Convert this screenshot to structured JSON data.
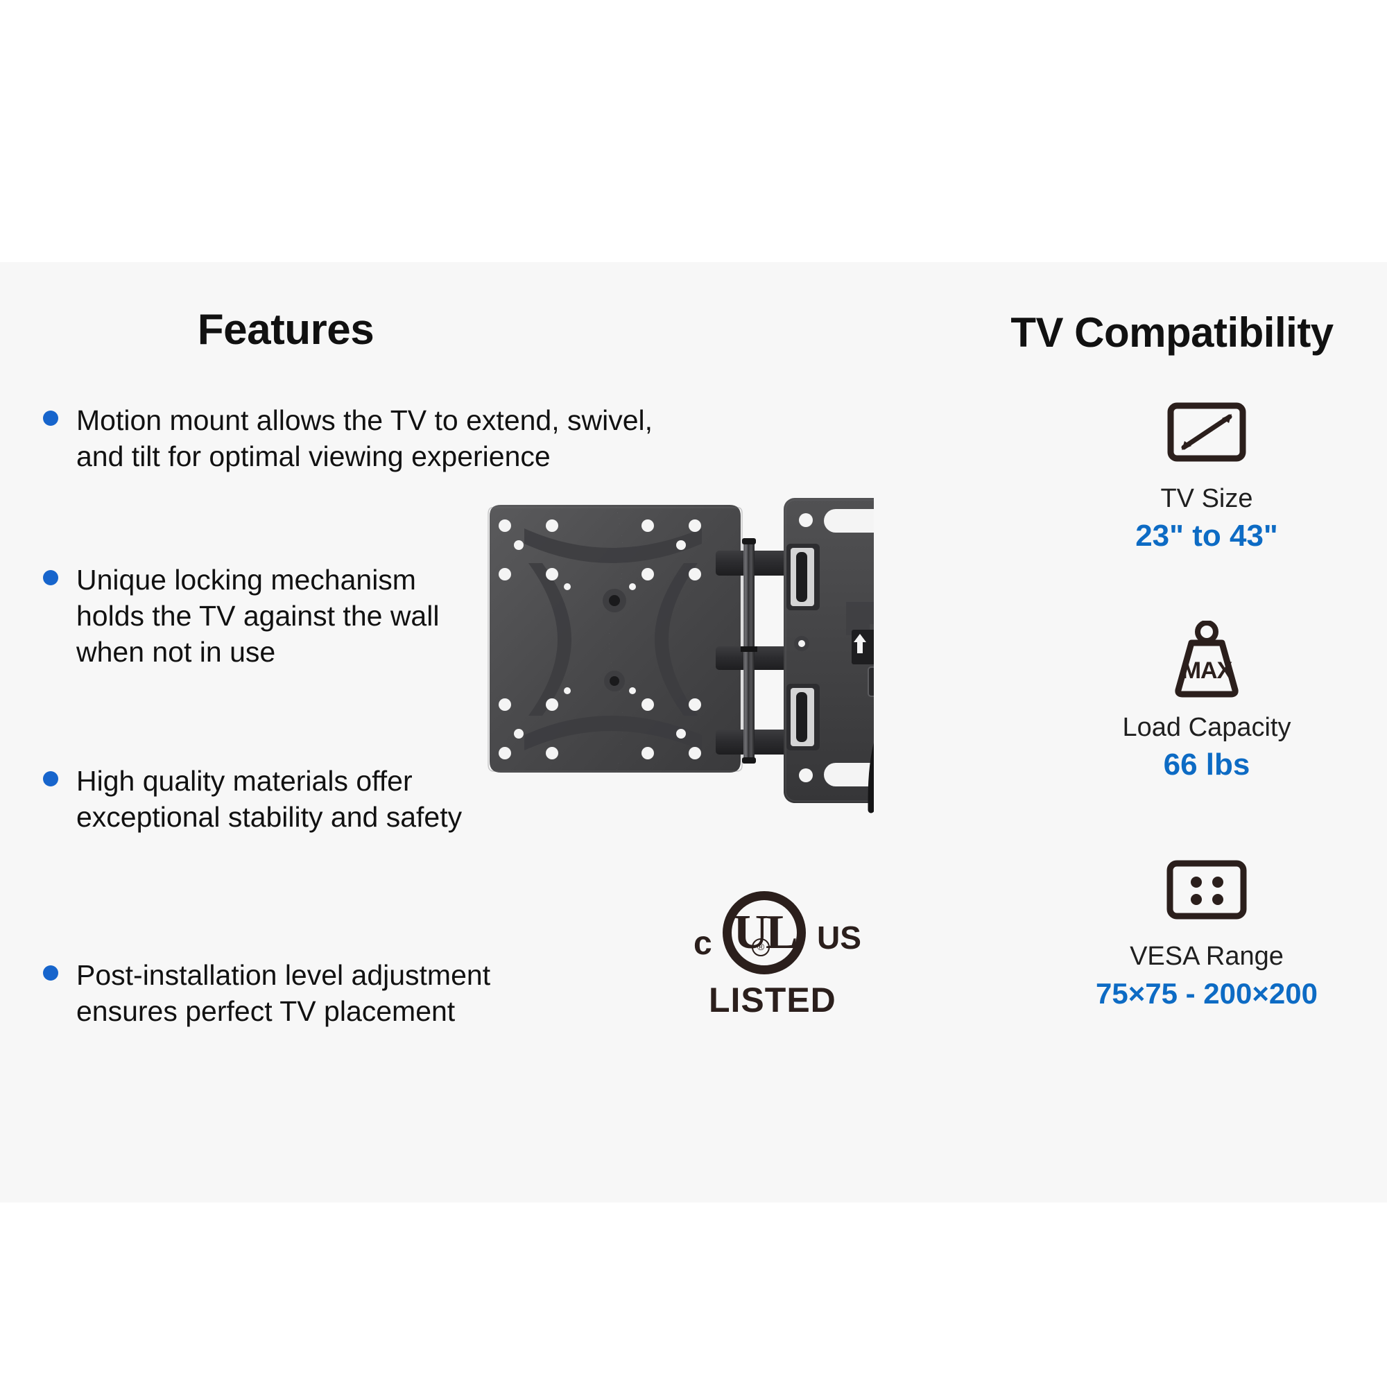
{
  "panel": {
    "background_color": "#f7f7f7",
    "page_background_color": "#ffffff"
  },
  "colors": {
    "bullet_blue": "#1765cc",
    "value_blue": "#0d6bc4",
    "icon_dark": "#2b1f1c",
    "text_dark": "#111111"
  },
  "features": {
    "heading": "Features",
    "bullets": [
      "Motion mount allows the TV to extend, swivel, and tilt for optimal viewing experience",
      "Unique locking mechanism holds the TV against the wall when not in use",
      "High quality materials offer exceptional stability and safety",
      "Post-installation level adjustment ensures perfect TV placement"
    ]
  },
  "compatibility": {
    "heading": "TV Compatibility",
    "specs": [
      {
        "icon": "tv-size-icon",
        "label": "TV Size",
        "value": "23\" to 43\""
      },
      {
        "icon": "max-weight-icon",
        "label": "Load Capacity",
        "value": "66 lbs"
      },
      {
        "icon": "vesa-pattern-icon",
        "label": "VESA Range",
        "value": "75×75 - 200×200"
      }
    ]
  },
  "certification": {
    "mark": "cULus",
    "left_letter": "c",
    "circle_text": "UL",
    "registered_symbol": "®",
    "right_letters": "US",
    "bottom_text": "LISTED"
  },
  "product_image": {
    "alt": "Full motion articulating TV wall mount with VESA bracket plate, dual extension arms and wall plate"
  }
}
